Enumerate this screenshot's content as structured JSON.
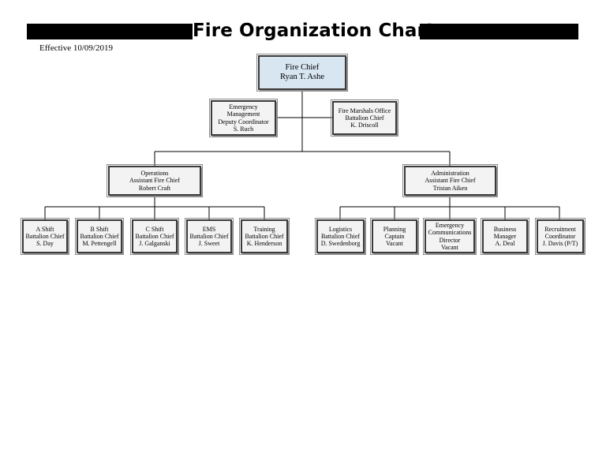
{
  "header": {
    "title": "Fire Organization Chart",
    "effective": "Effective 10/09/2019"
  },
  "nodes": {
    "chief": "Fire Chief\nRyan T. Ashe",
    "emergency_management": "Emergency\nManagement\nDeputy Coordinator\nS. Ruch",
    "fire_marshal": "Fire Marshals Office\nBattalion Chief\nK. Driscoll",
    "operations": "Operations\nAssistant Fire Chief\nRobert Craft",
    "administration": "Administration\nAssistant Fire Chief\nTristan Aiken",
    "a_shift": "A Shift\nBattalion Chief\nS. Day",
    "b_shift": "B Shift\nBattalion Chief\nM. Pettengell",
    "c_shift": "C Shift\nBattalion Chief\nJ. Galganski",
    "ems": "EMS\nBattalion Chief\nJ. Sweet",
    "training": "Training\nBattalion Chief\nK. Henderson",
    "logistics": "Logistics\nBattalion Chief\nD. Swedenborg",
    "planning": "Planning\nCaptain\nVacant",
    "emergency_comms": "Emergency\nCommunications\nDirector\nVacant",
    "business": "Business\nManager\nA. Deal",
    "recruitment": "Recruitment\nCoordinator\nJ. Davis (P/T)"
  },
  "colors": {
    "chief_fill": "#d8e6f1",
    "box_fill": "#f3f3f3",
    "line": "#000000"
  }
}
